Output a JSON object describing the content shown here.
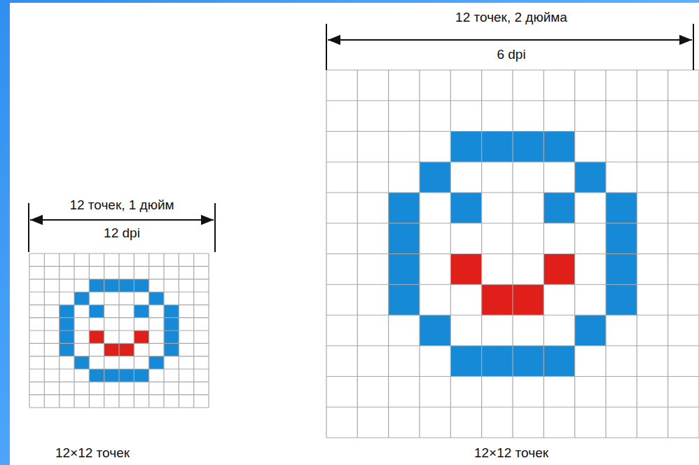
{
  "diagram": {
    "labels": [
      "12 точек, 1 дюйм",
      "12 dpi",
      "12×12 точек",
      "12 точек, 2 дюйма",
      "6 dpi",
      "12×12 точек"
    ]
  }
}
